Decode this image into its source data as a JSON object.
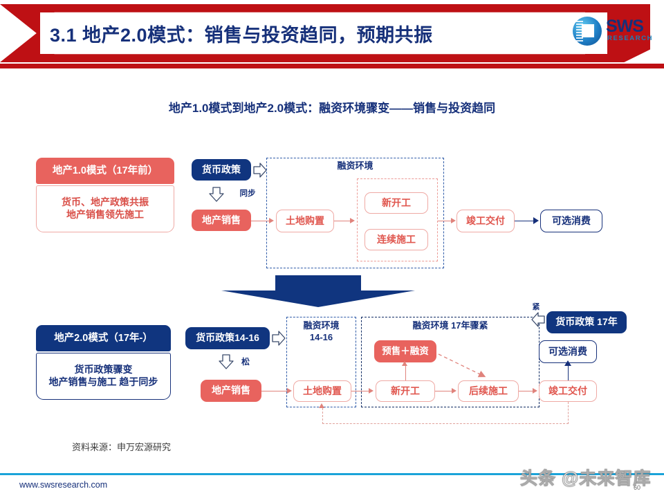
{
  "header": {
    "title": "3.1 地产2.0模式：销售与投资趋同，预期共振",
    "logo_name": "SWS",
    "logo_sub": "RESEARCH"
  },
  "subtitle": "地产1.0模式到地产2.0模式：融资环境骤变——销售与投资趋同",
  "diagram_top": {
    "mode_header": "地产1.0模式（17年前）",
    "mode_body_line1": "货币、地产政策共振",
    "mode_body_line2": "地产销售领先施工",
    "policy_box": "货币政策",
    "sync_label": "同步",
    "sales_box": "地产销售",
    "env_label": "融资环境",
    "land_box": "土地购置",
    "start_box": "新开工",
    "continue_box": "连续施工",
    "complete_box": "竣工交付",
    "consume_box": "可选消费"
  },
  "diagram_bottom": {
    "mode_header": "地产2.0模式（17年-）",
    "mode_body_line1": "货币政策骤变",
    "mode_body_line2": "地产销售与施工 趋于同步",
    "policy_box": "货币政策14-16",
    "loose_label": "松",
    "tight_label": "紧",
    "sales_box": "地产销售",
    "env_label_line1": "融资环境",
    "env_label_line2": "14-16",
    "env2_label": "融资环境 17年骤紧",
    "land_box": "土地购置",
    "presale_box": "预售＋融资",
    "start_box": "新开工",
    "followup_box": "后续施工",
    "complete_box": "竣工交付",
    "consume_box": "可选消费",
    "policy17_box": "货币政策 17年"
  },
  "source": "资料来源：申万宏源研究",
  "footer": {
    "url": "www.swsresearch.com",
    "page": "60",
    "watermark": "头条 @未来智库"
  },
  "colors": {
    "brand_red": "#BE1014",
    "brand_blue": "#16307A",
    "node_red": "#E8635E",
    "node_blue": "#10357F",
    "footer_line": "#1AA3D9"
  }
}
